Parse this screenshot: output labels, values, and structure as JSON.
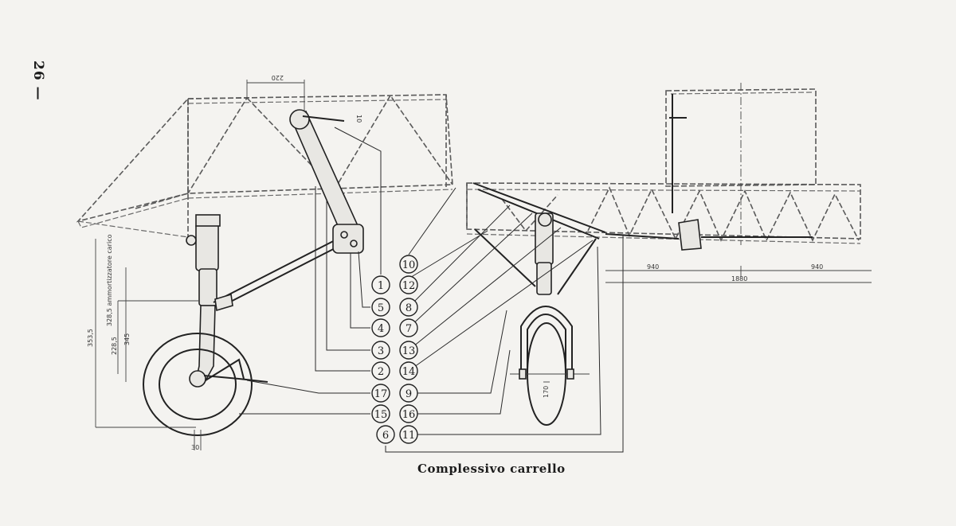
{
  "page": {
    "number": "26 —",
    "caption": "Complessivo carrello"
  },
  "callouts": [
    {
      "label": "10"
    },
    {
      "label": "1"
    },
    {
      "label": "12"
    },
    {
      "label": "5"
    },
    {
      "label": "8"
    },
    {
      "label": "4"
    },
    {
      "label": "7"
    },
    {
      "label": "3"
    },
    {
      "label": "13"
    },
    {
      "label": "2"
    },
    {
      "label": "14"
    },
    {
      "label": "17"
    },
    {
      "label": "9"
    },
    {
      "label": "15"
    },
    {
      "label": "16"
    },
    {
      "label": "6"
    },
    {
      "label": "11"
    }
  ],
  "dimensions": {
    "top_width": "220",
    "top_height": "10",
    "wheel_width_main": "30",
    "wheel_width_tail": "170",
    "span_left": "940",
    "span_total": "1880",
    "span_right": "940",
    "height_total": "353,5",
    "height_a": "228,5",
    "height_b": "345",
    "strut_note": "328,5 ammortizzatore carico"
  }
}
